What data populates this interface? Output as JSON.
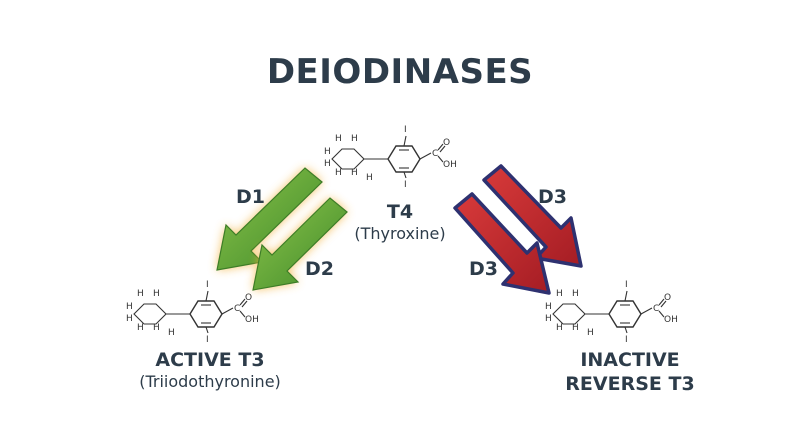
{
  "title": "DEIODINASES",
  "molecules": {
    "t4": {
      "name": "T4",
      "subname": "(Thyroxine)"
    },
    "active_t3": {
      "name": "ACTIVE T3",
      "subname": "(Triiodothyronine)"
    },
    "reverse_t3": {
      "name_line1": "INACTIVE",
      "name_line2": "REVERSE T3"
    }
  },
  "atoms": {
    "h": "H",
    "c": "C",
    "i": "I",
    "o": "O",
    "oh": "OH"
  },
  "enzymes": {
    "d1": "D1",
    "d2": "D2",
    "d3_upper": "D3",
    "d3_lower": "D3"
  },
  "colors": {
    "activation_arrow": "#5aa032",
    "activation_glow": "#f3b23c",
    "inactivation_arrow": "#c0282f",
    "inactivation_outline": "#2e3170",
    "text": "#2d3c4a"
  }
}
